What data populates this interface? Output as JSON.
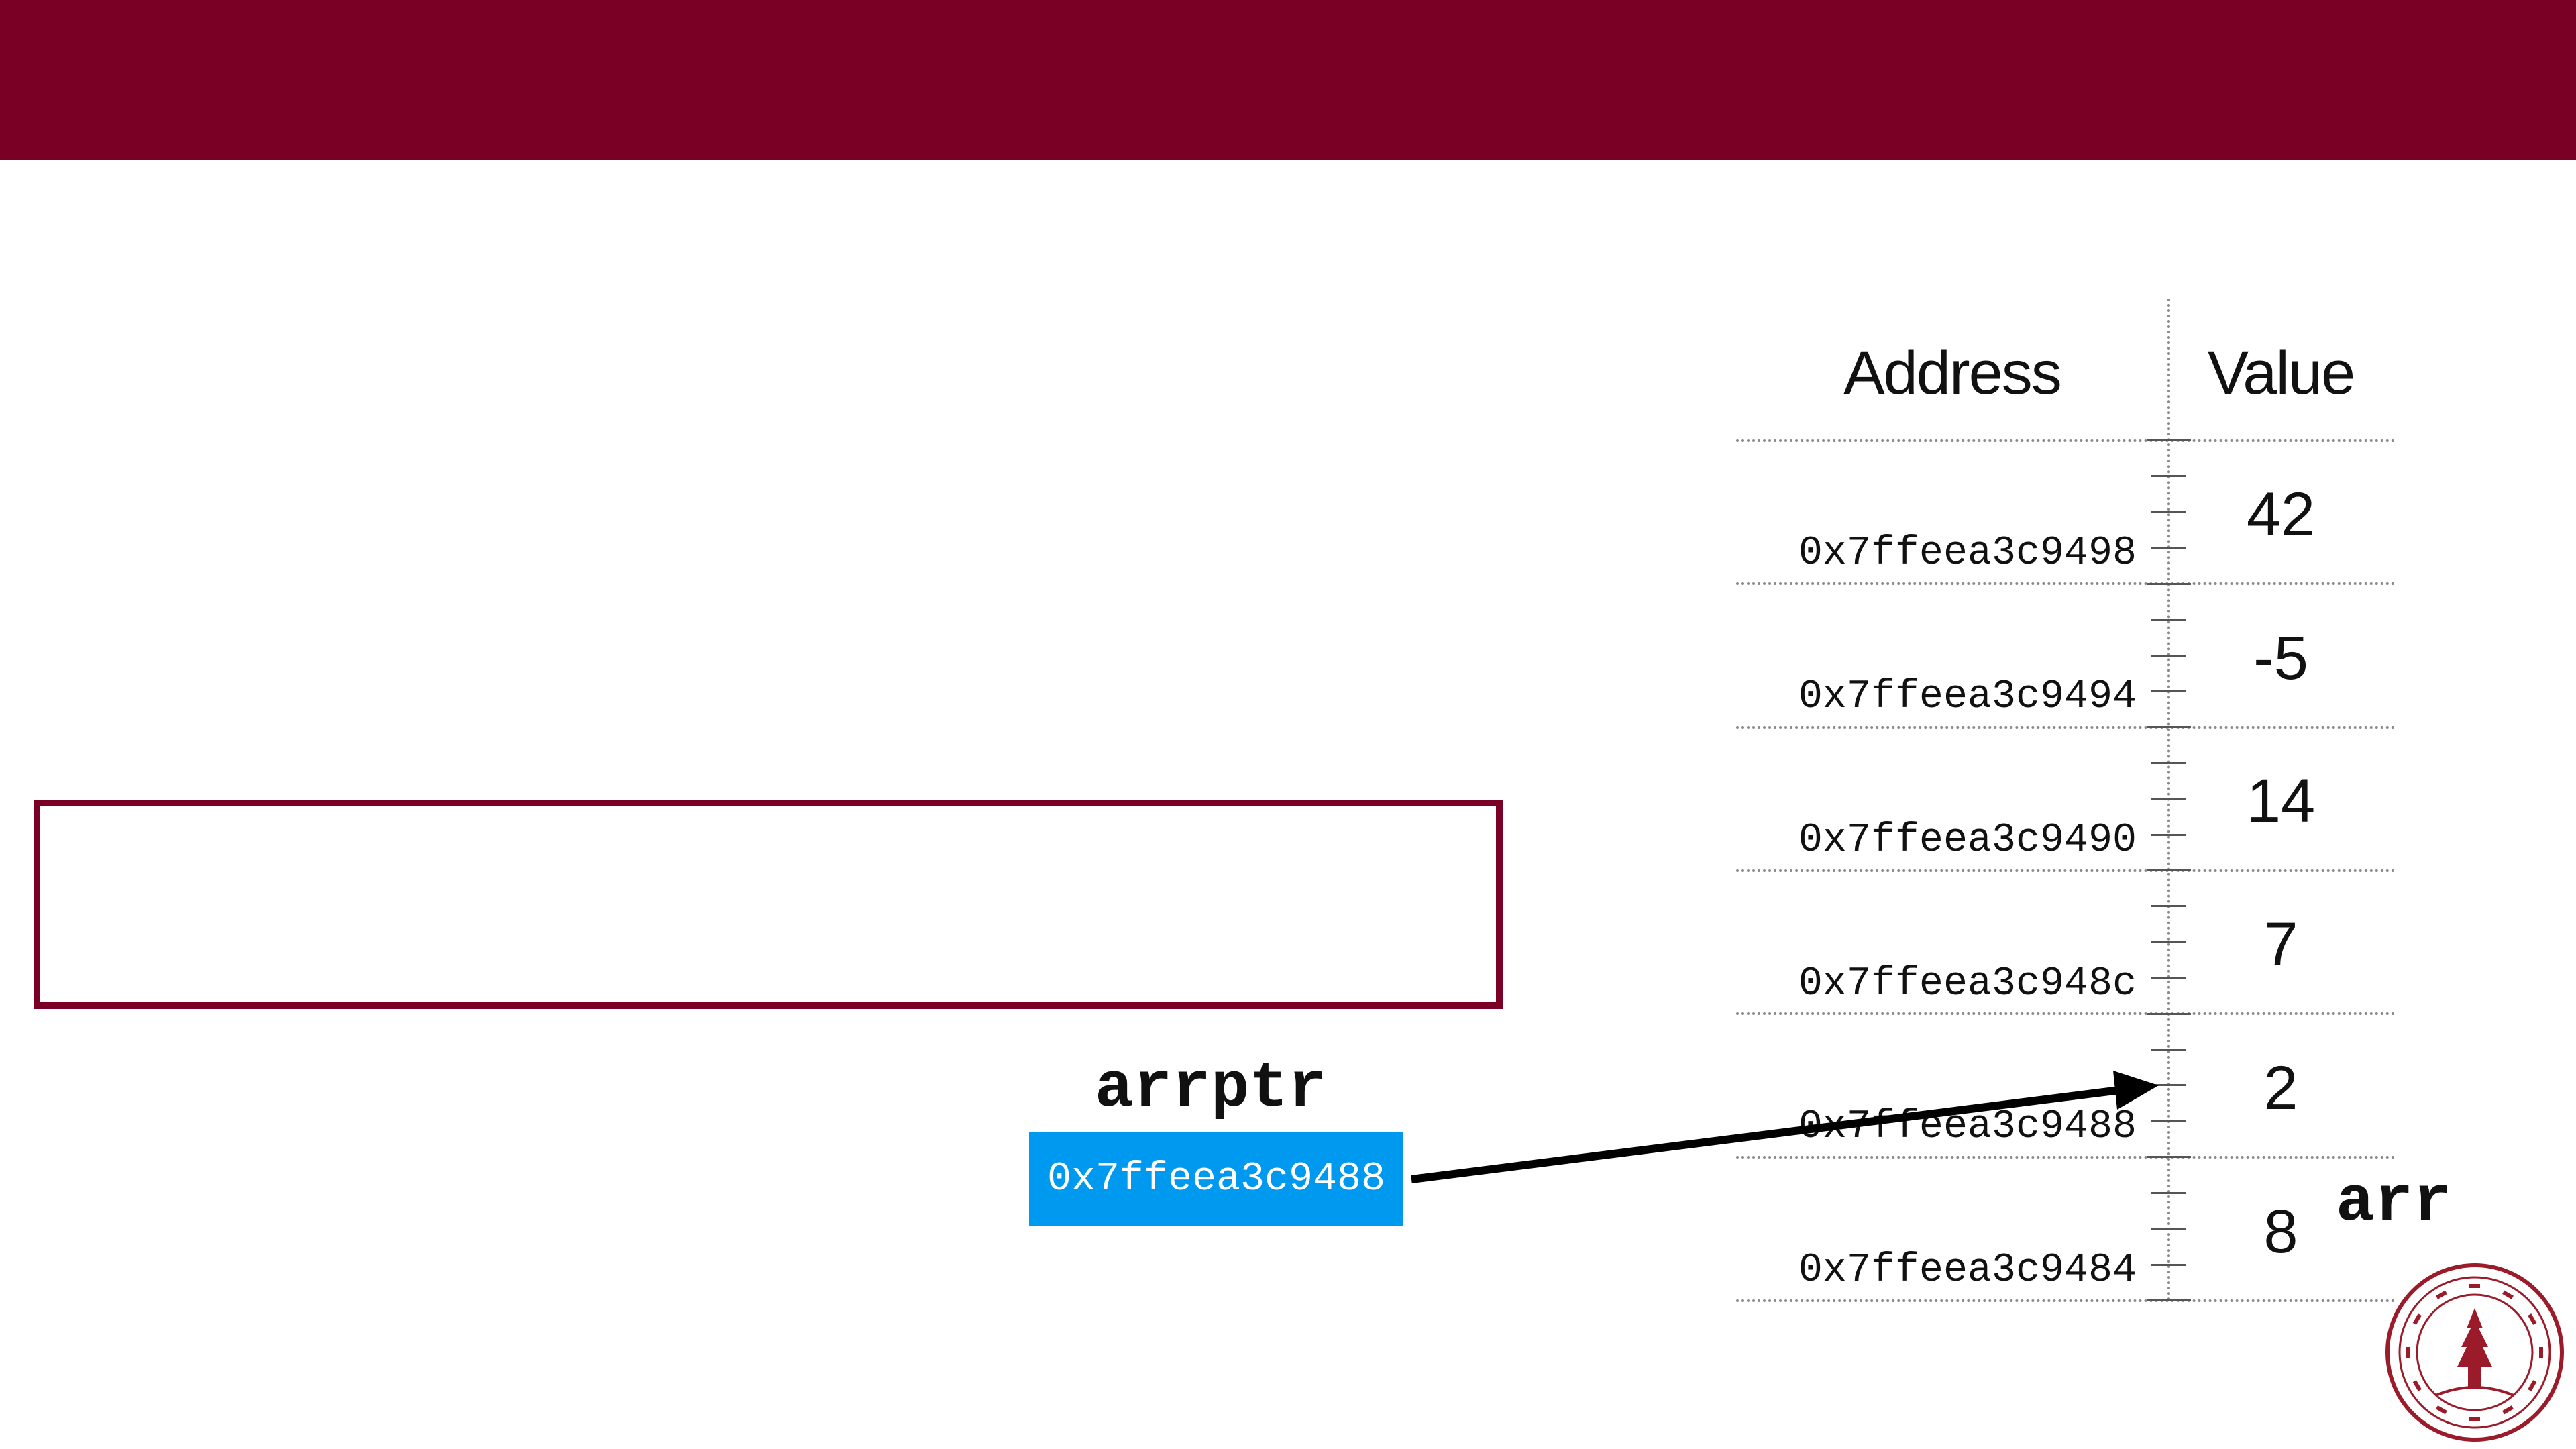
{
  "header": {
    "title": ""
  },
  "table": {
    "address_header": "Address",
    "value_header": "Value",
    "rows": [
      {
        "address": "0x7ffeea3c9498",
        "value": "42"
      },
      {
        "address": "0x7ffeea3c9494",
        "value": "-5"
      },
      {
        "address": "0x7ffeea3c9490",
        "value": "14"
      },
      {
        "address": "0x7ffeea3c948c",
        "value": "7"
      },
      {
        "address": "0x7ffeea3c9488",
        "value": "2"
      },
      {
        "address": "0x7ffeea3c9484",
        "value": "8"
      }
    ]
  },
  "pointer": {
    "name": "arrptr",
    "value": "0x7ffeea3c9488"
  },
  "array_label": "arr",
  "colors": {
    "header_bar": "#7b0025",
    "box_border": "#7b0025",
    "pointer_fill": "#0099f0"
  },
  "icons": {
    "seal": "stanford-seal-icon",
    "arrow": "pointer-arrow-icon"
  }
}
